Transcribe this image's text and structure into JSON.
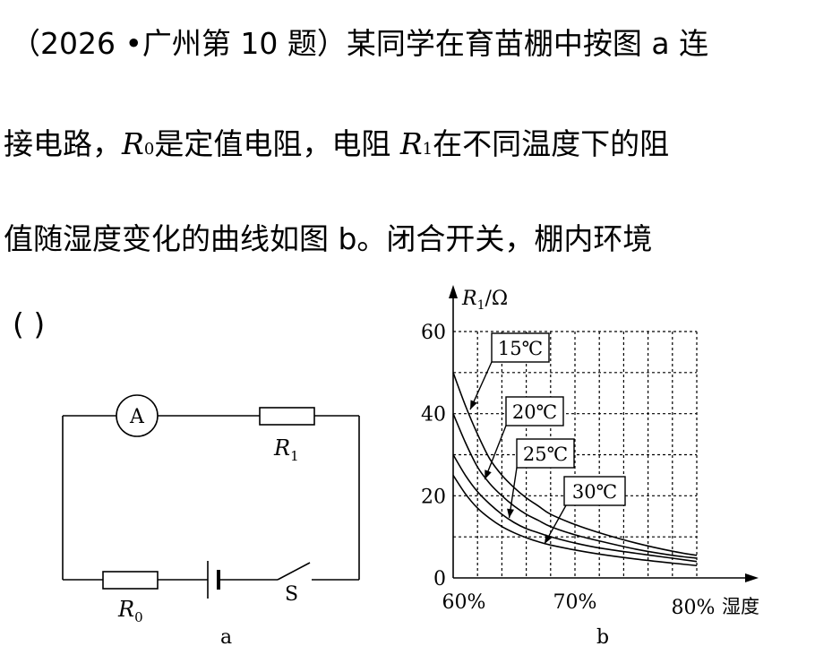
{
  "question": {
    "line1": {
      "prefix": "（2026 •广州第 10 题）某同学在育苗棚中按图 a 连"
    },
    "line2": {
      "p1": "接电路，",
      "r0_letter": "R",
      "r0_sub": "0",
      "p2": "是定值电阻，电阻 ",
      "r1_letter": "R",
      "r1_sub": "1",
      "p3": "在不同温度下的阻"
    },
    "line3": "值随湿度变化的曲线如图  b。闭合开关，棚内环境",
    "blank": "(      )"
  },
  "circuit": {
    "ammeter": "A",
    "r1_letter": "R",
    "r1_sub": "1",
    "r0_letter": "R",
    "r0_sub": "0",
    "switch": "S",
    "caption": "a"
  },
  "chart_data": {
    "type": "line",
    "ylabel_letter": "R",
    "ylabel_sub": "1",
    "ylabel_unit": "/Ω",
    "xlabel": "湿度",
    "caption": "b",
    "ylim": [
      0,
      60
    ],
    "xlim": [
      60,
      80
    ],
    "grid": true,
    "y_ticks": [
      "0",
      "20",
      "40",
      "60"
    ],
    "y_tick_values": [
      0,
      20,
      40,
      60
    ],
    "x_ticks": [
      "60%",
      "70%",
      "80%"
    ],
    "x_tick_values": [
      60,
      70,
      80
    ],
    "series": [
      {
        "name": "15℃",
        "x": [
          60,
          61,
          62,
          63,
          64,
          65,
          66,
          67,
          68,
          70,
          72,
          75,
          78,
          80
        ],
        "values": [
          50,
          42,
          35,
          29,
          25,
          22,
          19.5,
          17.5,
          15.5,
          13,
          11,
          8.5,
          6.5,
          5.5
        ]
      },
      {
        "name": "20℃",
        "x": [
          60,
          61,
          62,
          63,
          64,
          65,
          66,
          67,
          68,
          70,
          72,
          75,
          78,
          80
        ],
        "values": [
          40,
          33,
          27,
          23,
          20,
          17.5,
          15.5,
          14,
          12.5,
          10.5,
          9,
          7,
          5.5,
          4.8
        ]
      },
      {
        "name": "25℃",
        "x": [
          60,
          61,
          62,
          63,
          64,
          65,
          66,
          67,
          68,
          70,
          72,
          75,
          78,
          80
        ],
        "values": [
          30,
          25,
          21,
          18,
          15.5,
          13.5,
          12,
          11,
          10,
          8.5,
          7.3,
          6,
          4.8,
          4
        ]
      },
      {
        "name": "30℃",
        "x": [
          60,
          61,
          62,
          63,
          64,
          65,
          66,
          67,
          68,
          70,
          72,
          75,
          78,
          80
        ],
        "values": [
          25,
          20.5,
          17,
          14.5,
          12.5,
          11,
          9.8,
          8.8,
          8,
          6.8,
          5.8,
          4.6,
          3.6,
          3
        ]
      }
    ]
  }
}
